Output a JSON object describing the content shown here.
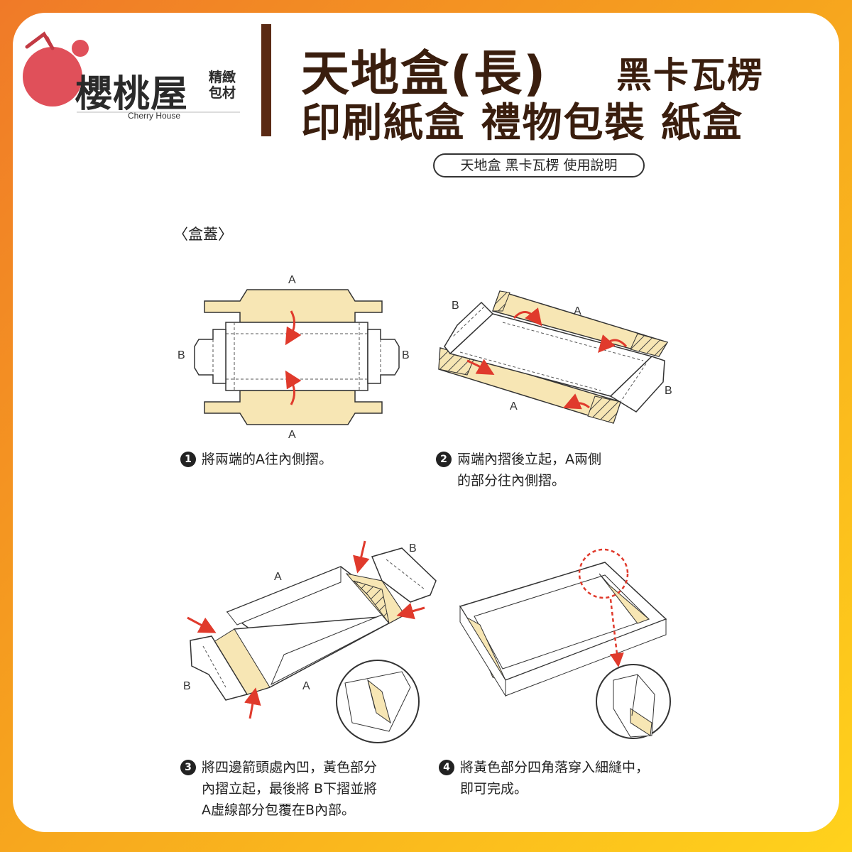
{
  "brand": {
    "name": "櫻桃屋",
    "sub_line1": "精緻",
    "sub_line2": "包材",
    "english": "Cherry House"
  },
  "title": {
    "line1_main": "天地盒(長)",
    "line1_side": "黑卡瓦楞",
    "line2": "印刷紙盒  禮物包裝 紙盒"
  },
  "instruction_pill": "天地盒 黑卡瓦楞 使用說明",
  "section_label": "〈盒蓋〉",
  "diagram_labels": {
    "a": "A",
    "b": "B"
  },
  "steps": [
    {
      "number": "1",
      "line1": "將兩端的A往內側摺。",
      "line2": "",
      "line3": ""
    },
    {
      "number": "2",
      "line1": "兩端內摺後立起，A兩側",
      "line2": "的部分往內側摺。",
      "line3": ""
    },
    {
      "number": "3",
      "line1": "將四邊箭頭處內凹，黃色部分",
      "line2": "內摺立起，最後將 B下摺並將",
      "line3": "A虛線部分包覆在B內部。"
    },
    {
      "number": "4",
      "line1": "將黃色部分四角落穿入細縫中，",
      "line2": "即可完成。",
      "line3": ""
    }
  ],
  "colors": {
    "brown": "#3a1e0e",
    "cherry_red": "#e0505a",
    "cream": "#f7e6b4",
    "arrow_red": "#e03a2c"
  }
}
